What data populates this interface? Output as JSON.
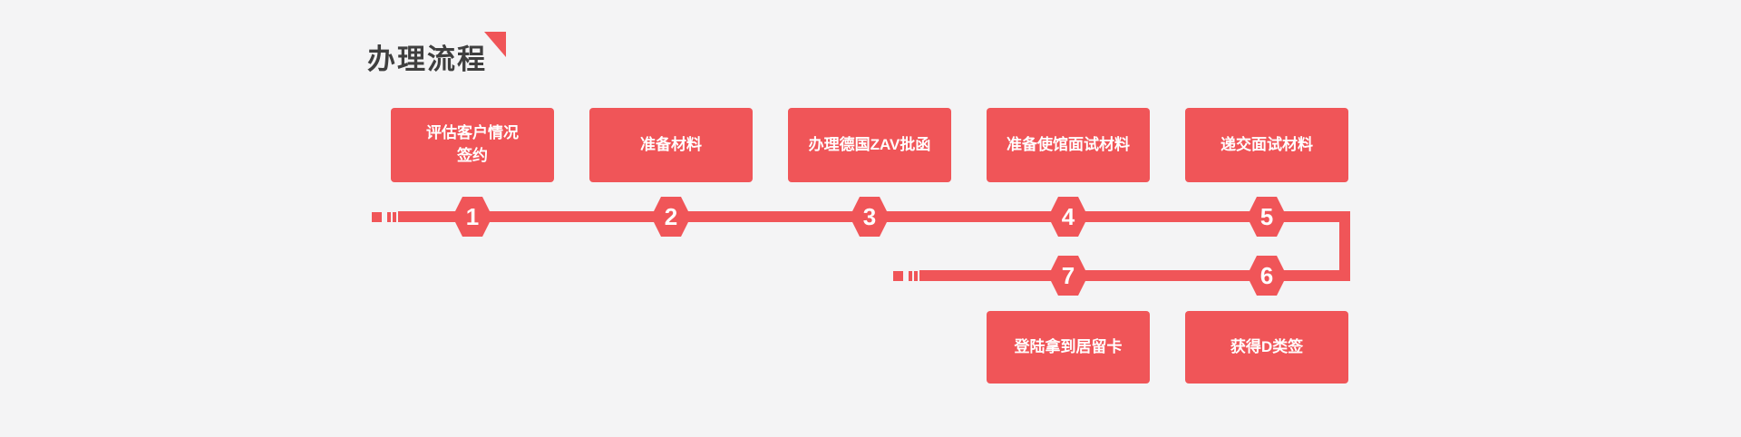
{
  "page": {
    "background_color": "#f4f4f5",
    "accent_color": "#f05558",
    "title_color": "#3f3f3f"
  },
  "header": {
    "title": "办理流程"
  },
  "flow": {
    "steps": [
      {
        "number": "1",
        "label": "评估客户情况\n签约"
      },
      {
        "number": "2",
        "label": "准备材料"
      },
      {
        "number": "3",
        "label": "办理德国ZAV批函"
      },
      {
        "number": "4",
        "label": "准备使馆面试材料"
      },
      {
        "number": "5",
        "label": "递交面试材料"
      },
      {
        "number": "6",
        "label": "获得D类签"
      },
      {
        "number": "7",
        "label": "登陆拿到居留卡"
      }
    ]
  }
}
